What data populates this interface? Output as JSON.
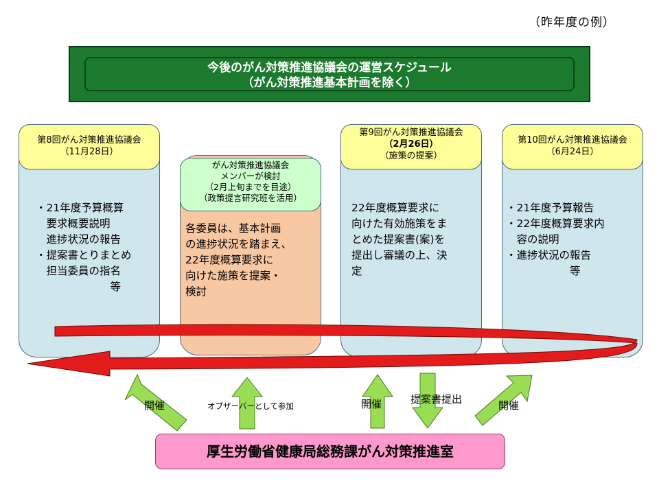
{
  "corner_note": "（昨年度の例）",
  "title": {
    "line1": "今後のがん対策推進協議会の運営スケジュール",
    "line2": "（がん対策推進基本計画を除く）"
  },
  "columns": [
    {
      "header": [
        "第8回がん対策推進協議会",
        "（11月28日）"
      ],
      "body": [
        "・21年度予算概算",
        "　要求概要説明",
        "　進捗状況の報告",
        "・提案書とりまとめ",
        "　担当委員の指名",
        "　　　　　　　等"
      ]
    },
    {
      "header": [
        "がん対策推進協議会",
        "メンバーが検討",
        "（2月上旬までを目途）",
        "（政策提言研究班を活用）"
      ],
      "body": [
        "各委員は、基本計画",
        "の進捗状況を踏まえ、",
        "22年度概算要求に",
        "向けた施策を提案・",
        "検討"
      ]
    },
    {
      "header": [
        "第9回がん対策推進協議会",
        "（2月26日）",
        "（施策の提案）"
      ],
      "body": [
        "22年度概算要求に",
        "向けた有効施策をま",
        "とめた提案書(案)を",
        "提出し審議の上、決",
        "定"
      ]
    },
    {
      "header": [
        "第10回がん対策推進協議会",
        "（6月24日）"
      ],
      "body": [
        "・21年度予算報告",
        "・22年度概算要求内",
        "　容の説明",
        "・進捗状況の報告",
        "　　　　　　等"
      ]
    }
  ],
  "labels": {
    "kaisai1": "開催",
    "observer": "オブザーバーとして参加",
    "kaisai2": "開催",
    "teian": "提案書提出",
    "kaisai3": "開催"
  },
  "office": "厚生労働省健康局総務課がん対策推進室",
  "colors": {
    "title_green": "#1c7a2e",
    "column_blue": "#cfe6ec",
    "header_yellow": "#ffff99",
    "member_peach": "#f8c8a2",
    "member_header_green": "#ccffcc",
    "office_pink": "#ff99cc",
    "arrow_red": "#e31b1b",
    "arrow_green": "#99dd55"
  }
}
